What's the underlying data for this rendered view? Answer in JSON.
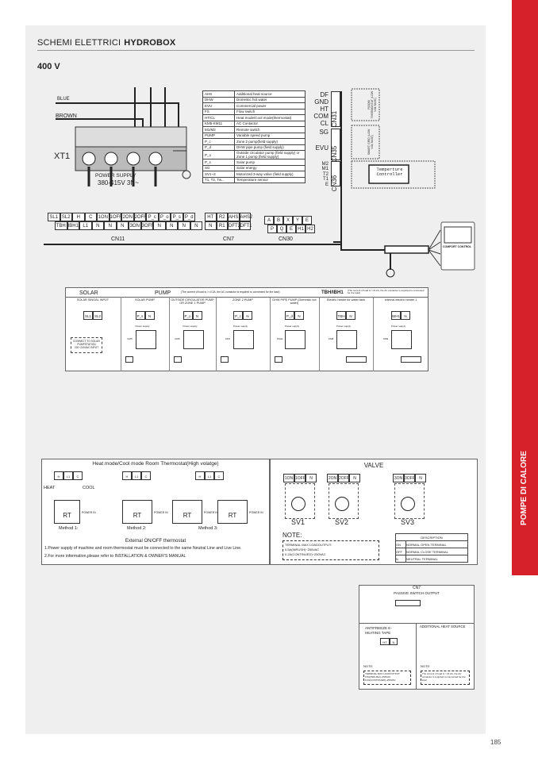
{
  "header": {
    "section": "SCHEMI ELETTRICI",
    "product": "HYDROBOX",
    "voltage": "400 V"
  },
  "side_tab": "POMPE DI CALORE",
  "page_number": "185",
  "power": {
    "blue": "BLUE",
    "brown": "BROWN",
    "xt1": "XT1",
    "supply": "POWER SUPPLY",
    "voltage": "380-415V 3N~"
  },
  "legend": [
    [
      "AHS",
      "Additional heat source"
    ],
    [
      "DHW",
      "Domestic hot water"
    ],
    [
      "EVU",
      "Commercial power"
    ],
    [
      "FS",
      "Flow switch"
    ],
    [
      "HT/CL",
      "Heat mode/Cool mode(thermostat)"
    ],
    [
      "KM5-KM11",
      "AC Contactor"
    ],
    [
      "M1/M2",
      "Remote switch"
    ],
    [
      "PUMP",
      "Variable speed pump"
    ],
    [
      "P_c",
      "Zone 2 pump(field supply)"
    ],
    [
      "P_d",
      "DHW pipe pump (field supply)"
    ],
    [
      "P_o",
      "Outside circulator pump (field supply) or Zone 1 pump (field supply)"
    ],
    [
      "P_s",
      "Solar pump"
    ],
    [
      "SG",
      "Solar energy"
    ],
    [
      "SV1~3",
      "Motorized 3-way valve (field supply)"
    ],
    [
      "T1, T2, Tw...",
      "Temperature sensor"
    ]
  ],
  "cn_right": {
    "cn31": "CN31",
    "cn31_pins": [
      "DF",
      "GND",
      "HT",
      "COM",
      "CL"
    ],
    "cn35": "CN35",
    "cn35_pins": [
      "SG",
      "EVU"
    ],
    "cn36": "CN36",
    "cn36_pins": [
      "M2",
      "M1",
      "T2",
      "T1",
      "E"
    ],
    "room_thermostat": "ROOM THERMOSTAT (LOW VOLTAGE)",
    "smart_grid": "SMART GRID (LOW VOLTAGE)",
    "temp_controller": "Temperture Controller",
    "comfort": "COMFORT CONTROL"
  },
  "cn11": {
    "label": "CN11",
    "top": [
      "SL1",
      "SL2",
      "H",
      "C",
      "1ON",
      "1OFF",
      "2ON",
      "2OFF",
      "P_c",
      "P_o",
      "P_s",
      "P_d"
    ],
    "bottom": [
      "TBH",
      "IBH1",
      "L1",
      "N",
      "N",
      "N",
      "3ON",
      "3OFF",
      "N",
      "N",
      "N",
      "N"
    ]
  },
  "cn7": {
    "label": "CN7",
    "top": [
      "HT",
      "R2",
      "AHS1",
      "AHS2"
    ],
    "bottom": [
      "N",
      "R1",
      "DFT2",
      "DFT1"
    ]
  },
  "cn30": {
    "label": "CN30",
    "top": [
      "A",
      "B",
      "X",
      "Y",
      "E"
    ],
    "bottom": [
      "P",
      "Q",
      "E",
      "H1",
      "H2"
    ]
  },
  "section2": {
    "solar": "SOLAR",
    "pump": "PUMP",
    "pump_note": "(The current of load is >=0.2A, the AC contactor is required to connected for the load)",
    "tbh": "TBH/IBH1",
    "tbh_note": "(The current of load is >=0.2A, the AC contactor is required to connected for the load)",
    "cols": [
      {
        "title": "SOLAR SINGAL INPUT",
        "t": [
          "SL1",
          "SL2"
        ]
      },
      {
        "title": "SOLAR PUMP",
        "t": [
          "P_s",
          "N"
        ],
        "km": "KM5"
      },
      {
        "title": "OUTSIDE CIRCULATOR PUMP OR ZONE 1 PUMP",
        "t": [
          "P_o",
          "N"
        ],
        "km": "KM6"
      },
      {
        "title": "ZONE 2 PUMP",
        "t": [
          "P_c",
          "N"
        ],
        "km": "KM7"
      },
      {
        "title": "DHW PIPE PUMP (Domestic hot water)",
        "t": [
          "P_d",
          "N"
        ],
        "km": "KM11"
      },
      {
        "title": "Electric heater for water tank",
        "t": [
          "TBH",
          "N"
        ],
        "km": "KM8"
      },
      {
        "title": "Internal electric heater 1",
        "t": [
          "IBH1",
          "N"
        ],
        "km": "KM9"
      }
    ],
    "solar_box": "CONNECT TO SOLAR PUMPSTATION 220~240VAC INPUT",
    "power_supply": "Power supply"
  },
  "thermostat": {
    "title": "Heat mode/Cool mode Room Thermostat(High volatge)",
    "heat": "HEAT",
    "cool": "COOL",
    "rt": "RT",
    "powerin": "POWER IN",
    "m1": "Method 1:",
    "m2": "Method 2:",
    "m3": "Method 3:",
    "ext": "External ON/OFF thermostat",
    "n1": "1.Power supply of machine and room thermostat must be connected to the same Neutral Line and Live Line.",
    "n2": "2.For more information,please refer to INSTALLATION & OWNER'S MANUAL",
    "terms": [
      "H",
      "L1",
      "C"
    ]
  },
  "valve": {
    "title": "VALVE",
    "sv": [
      {
        "name": "SV1",
        "t": [
          "1ON",
          "1OFF",
          "N"
        ]
      },
      {
        "name": "SV2",
        "t": [
          "2ON",
          "2OFF",
          "N"
        ]
      },
      {
        "name": "SV3",
        "t": [
          "3ON",
          "3OFF",
          "N"
        ]
      }
    ],
    "note": "NOTE:",
    "note_lines": [
      "TERMINAL MAX LOADOUTPUT:",
      "0.5A(INRUSH)~250VAC",
      "0.2A(CONTINUED)~250VAC"
    ],
    "desc_title": "DESCRIPTION",
    "desc": [
      [
        "ON",
        "NORMAL OPEN TERMINAL"
      ],
      [
        "OFF",
        "NORMAL CLOSE TERMINAL"
      ],
      [
        "N",
        "NEUTRAL TERMINAL"
      ]
    ]
  },
  "cn7box": {
    "title": "CN7",
    "passive": "PASSIVE SWITCH OUTPUT",
    "anti": "ANTIFREEZE E-HEATING TAPE",
    "ahs": "ADDITIONAL HEAT SOURCE",
    "note": "NOTE:",
    "note_left": "TERMINAL MAX LOADOUTPUT: 0.5A(INRUSH)~250VAC 0.2A(CONTINUED)~250VAC",
    "note_right": "The current of load is >=0.2A, the AC contactor is required to connected for the load",
    "terms": [
      "HT",
      "N"
    ]
  }
}
